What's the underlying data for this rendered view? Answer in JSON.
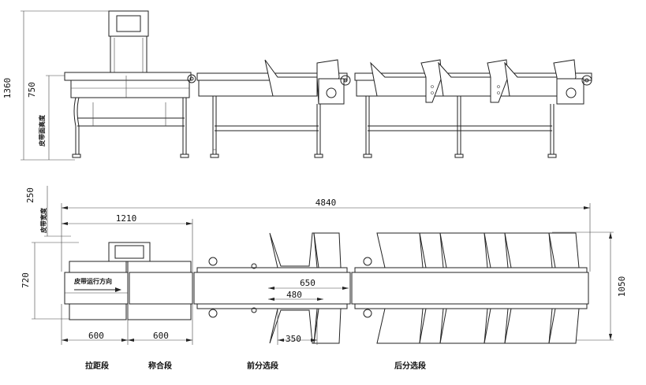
{
  "side_view": {
    "total_height": "1360",
    "belt_height": "750",
    "belt_height_label": "皮带面高度"
  },
  "top_view": {
    "overall_length": "4840",
    "first_section_length": "1210",
    "belt_width": "250",
    "belt_width_label": "皮带宽度",
    "left_width": "720",
    "right_width": "1050",
    "direction_label": "皮带运行方向",
    "spacing_length": "600",
    "weigh_length": "600",
    "sorter_dim_650": "650",
    "sorter_dim_480": "480",
    "sorter_dim_350": "350"
  },
  "sections": {
    "spacing": "拉距段",
    "weighing": "称合段",
    "front_sort": "前分选段",
    "rear_sort": "后分选段"
  }
}
